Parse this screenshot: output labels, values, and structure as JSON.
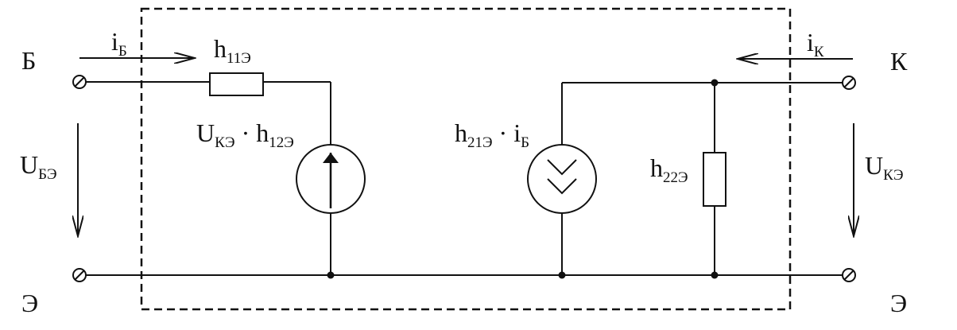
{
  "terminals": {
    "base": "Б",
    "emitter_left": "Э",
    "collector": "К",
    "emitter_right": "Э"
  },
  "currents": {
    "base": {
      "main": "i",
      "sub": "Б"
    },
    "collector": {
      "main": "i",
      "sub": "К"
    }
  },
  "voltages": {
    "input": {
      "main": "U",
      "sub": "БЭ"
    },
    "output": {
      "main": "U",
      "sub": "КЭ"
    }
  },
  "components": {
    "h11": {
      "main": "h",
      "sub": "11Э"
    },
    "h12_source": {
      "u_main": "U",
      "u_sub": "КЭ",
      "op": "·",
      "h_main": "h",
      "h_sub": "12Э"
    },
    "h21_source": {
      "h_main": "h",
      "h_sub": "21Э",
      "op": "·",
      "i_main": "i",
      "i_sub": "Б"
    },
    "h22": {
      "main": "h",
      "sub": "22Э"
    }
  }
}
